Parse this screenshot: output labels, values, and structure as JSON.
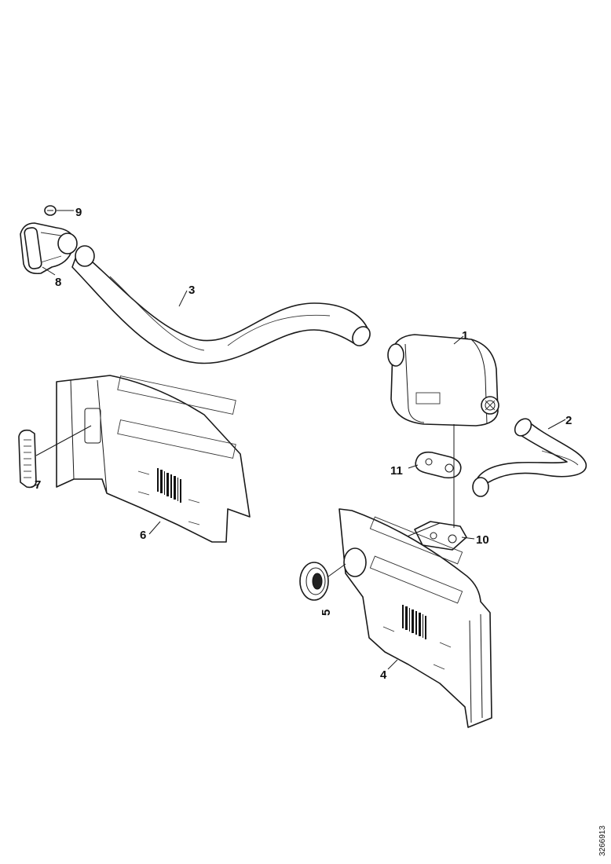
{
  "callouts": {
    "p1": "1",
    "p2": "2",
    "p3": "3",
    "p4": "4",
    "p5": "5",
    "p6": "6",
    "p7": "7",
    "p8": "8",
    "p9": "9",
    "p10": "10",
    "p11": "11"
  },
  "document_number": "3266913"
}
